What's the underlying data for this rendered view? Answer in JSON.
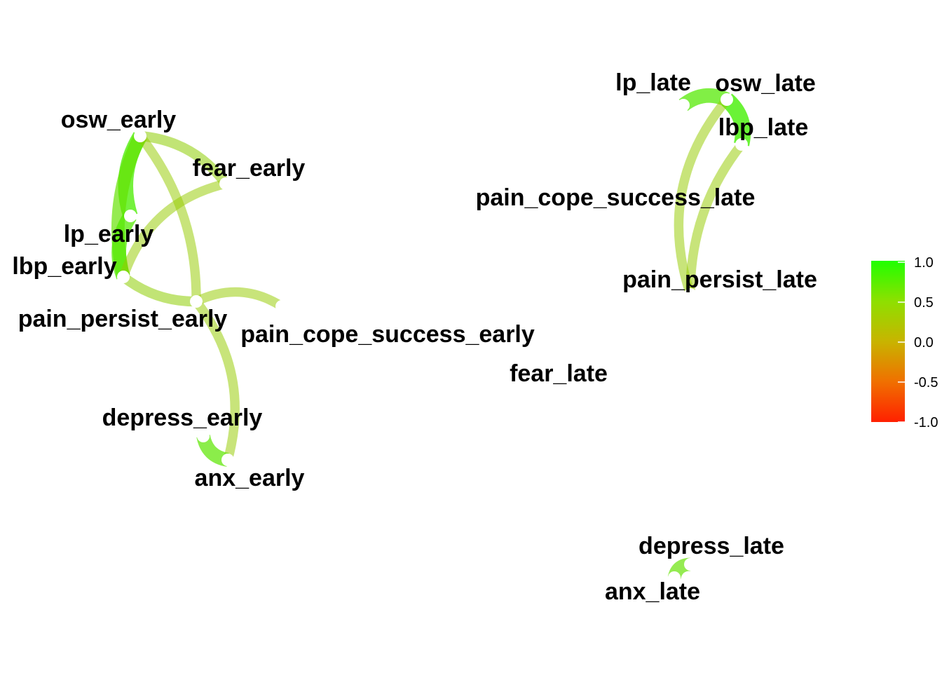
{
  "chart_data": {
    "type": "network",
    "title": "",
    "nodes": [
      {
        "id": "osw_early",
        "label": "osw_early"
      },
      {
        "id": "fear_early",
        "label": "fear_early"
      },
      {
        "id": "lp_early",
        "label": "lp_early"
      },
      {
        "id": "lbp_early",
        "label": "lbp_early"
      },
      {
        "id": "pain_persist_early",
        "label": "pain_persist_early"
      },
      {
        "id": "pain_cope_success_early",
        "label": "pain_cope_success_early"
      },
      {
        "id": "depress_early",
        "label": "depress_early"
      },
      {
        "id": "anx_early",
        "label": "anx_early"
      },
      {
        "id": "lp_late",
        "label": "lp_late"
      },
      {
        "id": "osw_late",
        "label": "osw_late"
      },
      {
        "id": "lbp_late",
        "label": "lbp_late"
      },
      {
        "id": "pain_cope_success_late",
        "label": "pain_cope_success_late"
      },
      {
        "id": "pain_persist_late",
        "label": "pain_persist_late"
      },
      {
        "id": "fear_late",
        "label": "fear_late"
      },
      {
        "id": "depress_late",
        "label": "depress_late"
      },
      {
        "id": "anx_late",
        "label": "anx_late"
      }
    ],
    "edges": [
      {
        "source": "osw_early",
        "target": "lp_early",
        "weight": 0.75
      },
      {
        "source": "osw_early",
        "target": "lbp_early",
        "weight": 0.6
      },
      {
        "source": "lp_early",
        "target": "lbp_early",
        "weight": 0.7
      },
      {
        "source": "osw_early",
        "target": "fear_early",
        "weight": 0.35
      },
      {
        "source": "osw_early",
        "target": "pain_persist_early",
        "weight": 0.3
      },
      {
        "source": "fear_early",
        "target": "lbp_early",
        "weight": 0.3
      },
      {
        "source": "lbp_early",
        "target": "pain_persist_early",
        "weight": 0.35
      },
      {
        "source": "pain_persist_early",
        "target": "pain_cope_success_early",
        "weight": 0.3
      },
      {
        "source": "pain_persist_early",
        "target": "anx_early",
        "weight": 0.3
      },
      {
        "source": "depress_early",
        "target": "anx_early",
        "weight": 0.65
      },
      {
        "source": "lp_late",
        "target": "osw_late",
        "weight": 0.7
      },
      {
        "source": "osw_late",
        "target": "lbp_late",
        "weight": 0.8
      },
      {
        "source": "osw_late",
        "target": "pain_persist_late",
        "weight": 0.3
      },
      {
        "source": "lbp_late",
        "target": "pain_persist_late",
        "weight": 0.3
      },
      {
        "source": "depress_late",
        "target": "anx_late",
        "weight": 0.6
      }
    ],
    "color_scale": {
      "min": -1.0,
      "max": 1.0,
      "low_color": "#ff2000",
      "mid_color": "#c8b400",
      "high_color": "#20ff00",
      "ticks": [
        "1.0",
        "0.5",
        "0.0",
        "-0.5",
        "-1.0"
      ]
    }
  }
}
